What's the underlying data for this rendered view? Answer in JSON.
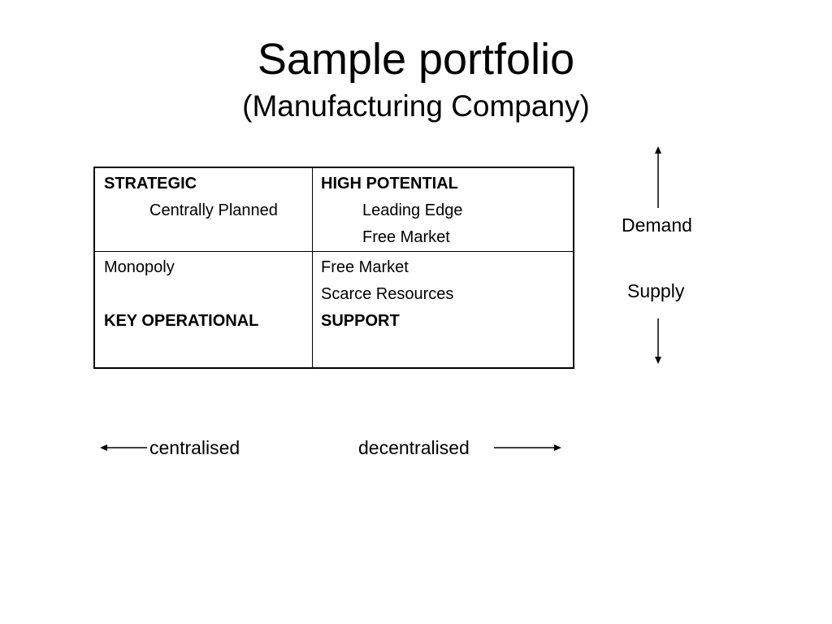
{
  "title": "Sample portfolio",
  "subtitle": "(Manufacturing Company)",
  "quadrants": {
    "top_left": {
      "heading": "STRATEGIC",
      "lines": [
        "Centrally Planned"
      ]
    },
    "top_right": {
      "heading": "HIGH POTENTIAL",
      "lines": [
        "Leading Edge",
        "Free Market"
      ]
    },
    "bottom_left": {
      "lines": [
        "Monopoly"
      ],
      "heading": "KEY OPERATIONAL"
    },
    "bottom_right": {
      "lines": [
        "Free Market",
        "Scarce Resources"
      ],
      "heading": "SUPPORT"
    }
  },
  "vertical_axis": {
    "top": "Demand",
    "bottom": "Supply"
  },
  "horizontal_axis": {
    "left": "centralised",
    "right": "decentralised"
  }
}
